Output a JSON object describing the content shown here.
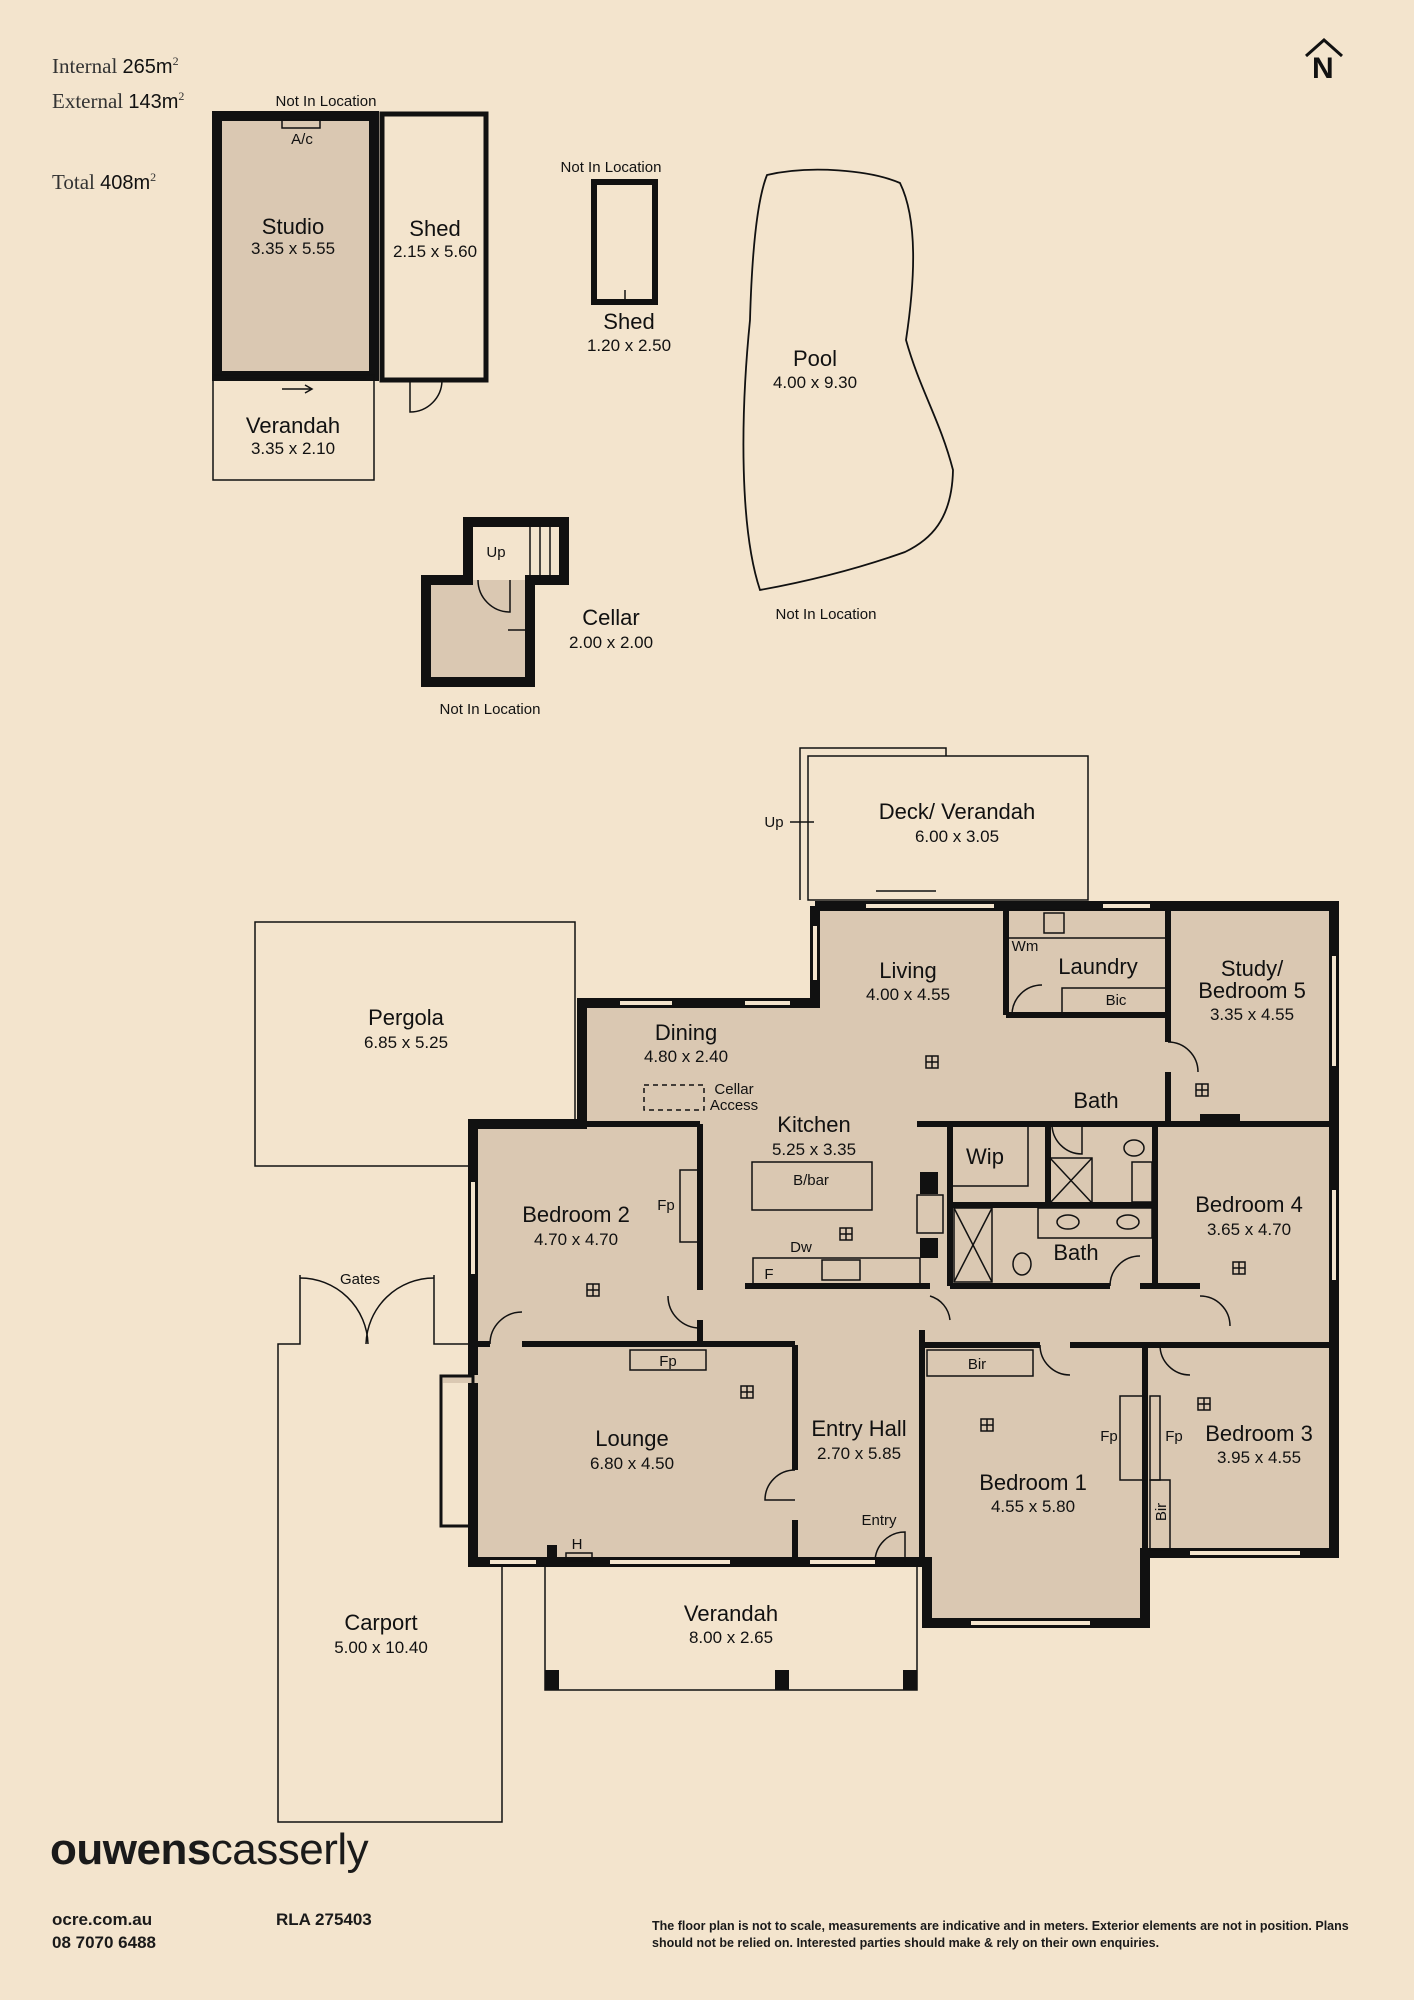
{
  "summary": {
    "internal_label": "Internal",
    "internal_value": "265m",
    "external_label": "External",
    "external_value": "143m",
    "total_label": "Total",
    "total_value": "408m",
    "unit_sup": "2"
  },
  "north_label": "N",
  "notes": {
    "not_in_location": "Not In Location",
    "up": "Up",
    "gates": "Gates"
  },
  "fixtures": {
    "ac": "A/c",
    "wm": "Wm",
    "bic": "Bic",
    "cellar_access_1": "Cellar",
    "cellar_access_2": "Access",
    "bbar": "B/bar",
    "dw": "Dw",
    "f": "F",
    "fp": "Fp",
    "bir": "Bir",
    "h": "H",
    "entry": "Entry"
  },
  "rooms": {
    "studio": {
      "name": "Studio",
      "dims": "3.35 x 5.55"
    },
    "shed1": {
      "name": "Shed",
      "dims": "2.15 x 5.60"
    },
    "verandah_studio": {
      "name": "Verandah",
      "dims": "3.35 x 2.10"
    },
    "shed2": {
      "name": "Shed",
      "dims": "1.20 x 2.50"
    },
    "pool": {
      "name": "Pool",
      "dims": "4.00 x 9.30"
    },
    "cellar": {
      "name": "Cellar",
      "dims": "2.00 x 2.00"
    },
    "deck": {
      "name": "Deck/ Verandah",
      "dims": "6.00 x 3.05"
    },
    "pergola": {
      "name": "Pergola",
      "dims": "6.85 x 5.25"
    },
    "living": {
      "name": "Living",
      "dims": "4.00 x 4.55"
    },
    "laundry": {
      "name": "Laundry"
    },
    "study": {
      "name1": "Study/",
      "name2": "Bedroom 5",
      "dims": "3.35 x 4.55"
    },
    "dining": {
      "name": "Dining",
      "dims": "4.80 x 2.40"
    },
    "kitchen": {
      "name": "Kitchen",
      "dims": "5.25 x 3.35"
    },
    "bath1": {
      "name": "Bath"
    },
    "wip": {
      "name": "Wip"
    },
    "bath2": {
      "name": "Bath"
    },
    "bedroom2": {
      "name": "Bedroom 2",
      "dims": "4.70 x 4.70"
    },
    "bedroom4": {
      "name": "Bedroom 4",
      "dims": "3.65 x 4.70"
    },
    "lounge": {
      "name": "Lounge",
      "dims": "6.80 x 4.50"
    },
    "entry_hall": {
      "name": "Entry Hall",
      "dims": "2.70 x 5.85"
    },
    "bedroom1": {
      "name": "Bedroom 1",
      "dims": "4.55 x 5.80"
    },
    "bedroom3": {
      "name": "Bedroom 3",
      "dims": "3.95 x 4.55"
    },
    "carport": {
      "name": "Carport",
      "dims": "5.00 x 10.40"
    },
    "verandah_front": {
      "name": "Verandah",
      "dims": "8.00 x 2.65"
    }
  },
  "brand": {
    "part1": "ouwens",
    "part2": "casserly"
  },
  "contact": {
    "website": "ocre.com.au",
    "phone": "08 7070 6488",
    "rla": "RLA 275403"
  },
  "disclaimer": "The floor plan is not to scale, measurements are indicative and in meters. Exterior elements are not in position. Plans should not be relied on. Interested parties should make & rely on their own enquiries."
}
